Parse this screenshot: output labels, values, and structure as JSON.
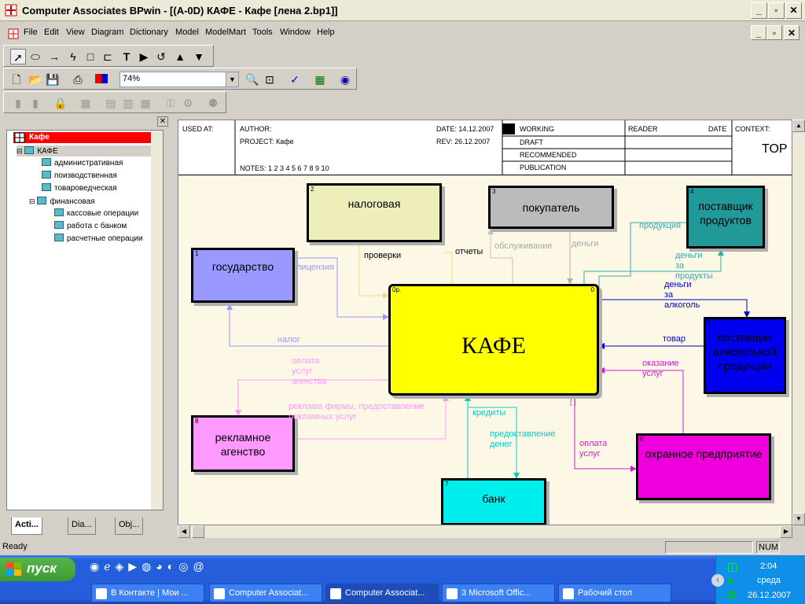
{
  "window": {
    "title": "Computer Associates BPwin - [(A-0D) КАФЕ - Кафе  [лена 2.bp1]]"
  },
  "menu": [
    "File",
    "Edit",
    "View",
    "Diagram",
    "Dictionary",
    "Model",
    "ModelMart",
    "Tools",
    "Window",
    "Help"
  ],
  "zoom": "74%",
  "tree": {
    "root": "Кафе",
    "node": "КАФЕ",
    "children": [
      "административная",
      "поизводственная",
      "товароведческая",
      "финансовая"
    ],
    "sub": [
      "кассовые операции",
      "работа с банком",
      "расчетные операции"
    ]
  },
  "tabs": [
    "Acti...",
    "Dia...",
    "Obj..."
  ],
  "header": {
    "used_at": "USED AT:",
    "author": "AUTHOR:",
    "project": "PROJECT:  Кафе",
    "notes": "NOTES:  1  2  3  4  5  6  7  8  9  10",
    "date": "DATE: 14.12.2007",
    "rev": "REV:   26.12.2007",
    "working": "WORKING",
    "draft": "DRAFT",
    "recommended": "RECOMMENDED",
    "publication": "PUBLICATION",
    "reader": "READER",
    "date2": "DATE",
    "context": "CONTEXT:",
    "top": "TOP"
  },
  "boxes": {
    "main": {
      "num": "0р.",
      "num_right": "0",
      "label": "КАФЕ",
      "color": "#ffff00"
    },
    "b1": {
      "num": "1",
      "label": "государство",
      "color": "#9999ff"
    },
    "b2": {
      "num": "2",
      "label": "налоговая",
      "color": "#eeeebb"
    },
    "b3": {
      "num": "3",
      "label": "покупатель",
      "color": "#bbbbbb"
    },
    "b4": {
      "num": "4",
      "label": "поставщик продуктов",
      "color": "#229999"
    },
    "b5": {
      "num": "5",
      "label": "поставщик алкогольной продукции",
      "color": "#0000ee"
    },
    "b6": {
      "num": "6",
      "label": "охранное предприятие",
      "color": "#ee00dd"
    },
    "b7": {
      "num": "7",
      "label": "банк",
      "color": "#00eeee"
    },
    "b8": {
      "num": "8",
      "label": "рекламное агенство",
      "color": "#ff99ff"
    }
  },
  "arrows": {
    "proverki": "проверки",
    "otchety": "отчеты",
    "obsluzhivanie": "обслуживание",
    "dengi1": "деньги",
    "produkciya": "продукция",
    "dengi_za_produkty": "деньги\nза\nпродукты",
    "dengi_za_alkogol": "деньги\nза\nалкоголь",
    "tovar": "товар",
    "licenziya": "лицензия",
    "nalog": "налог",
    "oplata_uslug_agenstva": "оплата\nуслуг\nагенства",
    "reklama": "реклама фирмы, предоставление\nрекламных услуг",
    "kredity": "кредиты",
    "predostavlenie_deneg": "предоставление\nденег",
    "okazanie_uslug": "оказание\nуслуг",
    "oplata_uslug": "оплата\nуслуг",
    "tunnel": "[ ]"
  },
  "status": {
    "text": "Ready",
    "num": "NUM"
  },
  "taskbar": {
    "start": "пуск",
    "tasks": [
      "В Контакте | Мои ...",
      "Computer Associat...",
      "Computer Associat...",
      "3 Microsoft Offic...",
      "Рабочий стол"
    ],
    "time": "2:04",
    "day": "среда",
    "date": "26.12.2007"
  },
  "colors": {
    "canvas": "#fdf7e6",
    "main_box": "#ffff00"
  }
}
